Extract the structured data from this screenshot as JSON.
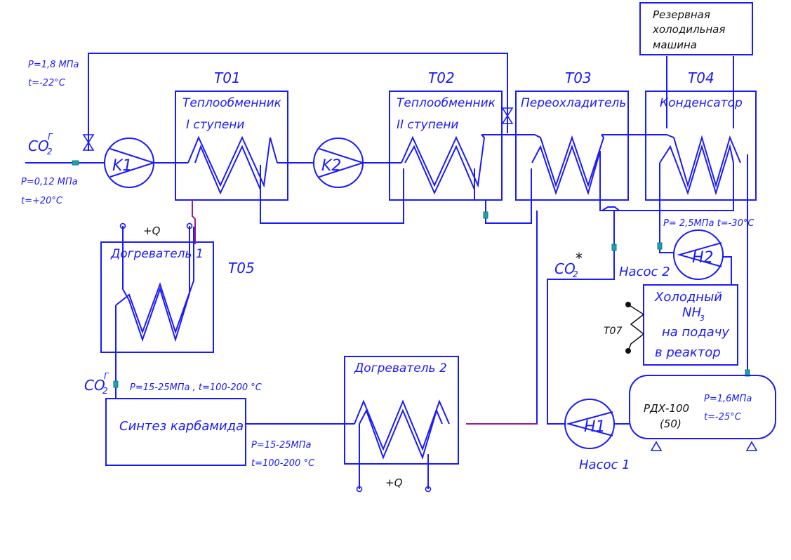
{
  "colors": {
    "line": "#1a1aff",
    "text": "#1a1aff",
    "valve": "#1a1aff",
    "marker": "#1aa3a3",
    "accent": "#9a1a9a",
    "black": "#111111"
  },
  "labels": {
    "inlet_p": "P=1,8 МПа",
    "inlet_t": "t=-22°C",
    "co2_gas": "CO",
    "co2_sub": "2",
    "co2_sup": "Г",
    "feed_p": "P=0,12 МПа",
    "feed_t": "t=+20°C",
    "t01": "Т01",
    "t02": "Т02",
    "t03": "Т03",
    "t04": "Т04",
    "t05": "Т05",
    "t07": "Т07",
    "hx1_l1": "Теплообменник",
    "hx1_l2": "I ступени",
    "hx2_l1": "Теплообменник",
    "hx2_l2": "II ступени",
    "subcooler": "Переохладитель",
    "condenser": "Конденсатор",
    "reserve_l1": "Резервная",
    "reserve_l2": "холодильная",
    "reserve_l3": "машина",
    "k1": "K1",
    "k2": "K2",
    "h1": "H1",
    "h2": "H2",
    "pump1": "Насос 1",
    "pump2": "Насос 2",
    "heater1": "Догреватель 1",
    "heater2": "Догреватель 2",
    "heat_q": "+Q",
    "co2_liq_star": "*",
    "pump2_pt": "P= 2,5МПа  t=-30°C",
    "cold_l1": "Холодный",
    "cold_l2": "NH",
    "cold_l2_sub": "3",
    "cold_l3": "на подачу",
    "cold_l4": "в реактор",
    "rdh_l1": "РДХ-100",
    "rdh_l2": "(50)",
    "rdh_p": "P=1,6МПа",
    "rdh_t": "t=-25°C",
    "synthesis": "Синтез карбамида",
    "synth_in": "P=15-25МПа , t=100-200 °C",
    "synth_out_p": "P=15-25МПа",
    "synth_out_t": "t=100-200 °C"
  }
}
